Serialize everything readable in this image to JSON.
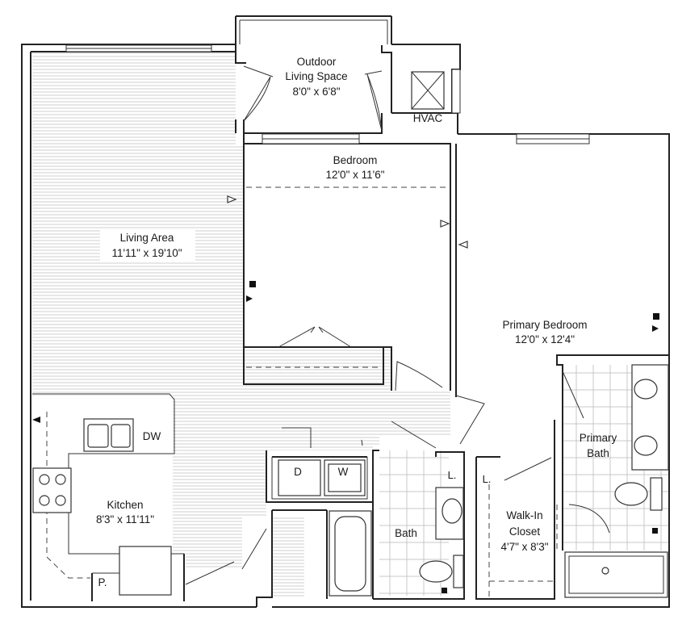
{
  "plan": {
    "rooms": {
      "outdoor": {
        "name_line1": "Outdoor",
        "name_line2": "Living Space",
        "dims": "8'0\" x 6'8\""
      },
      "hvac": {
        "name": "HVAC"
      },
      "bedroom": {
        "name": "Bedroom",
        "dims": "12'0\" x 11'6\""
      },
      "living": {
        "name": "Living Area",
        "dims": "11'11\" x 19'10\""
      },
      "primary_bedroom": {
        "name": "Primary Bedroom",
        "dims": "12'0\" x 12'4\""
      },
      "primary_bath": {
        "name_line1": "Primary",
        "name_line2": "Bath"
      },
      "kitchen": {
        "name": "Kitchen",
        "dims": "8'3\" x 11'11\""
      },
      "bath": {
        "name": "Bath"
      },
      "walk_in_closet": {
        "name_line1": "Walk-In",
        "name_line2": "Closet",
        "dims": "4'7\" x 8'3\""
      }
    },
    "fixtures": {
      "dishwasher": "DW",
      "dryer": "D",
      "washer": "W",
      "linen_1": "L.",
      "linen_2": "L.",
      "pantry": "P."
    }
  }
}
